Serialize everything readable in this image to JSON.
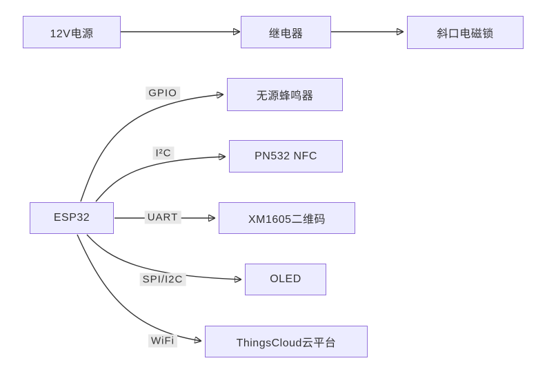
{
  "diagram": {
    "type": "flowchart",
    "nodes": [
      {
        "id": "power12v",
        "label": "12V电源"
      },
      {
        "id": "relay",
        "label": "继电器"
      },
      {
        "id": "lock",
        "label": "斜口电磁锁"
      },
      {
        "id": "esp32",
        "label": "ESP32"
      },
      {
        "id": "buzzer",
        "label": "无源蜂鸣器"
      },
      {
        "id": "nfc",
        "label": "PN532 NFC"
      },
      {
        "id": "qrcode",
        "label": "XM1605二维码"
      },
      {
        "id": "oled",
        "label": "OLED"
      },
      {
        "id": "cloud",
        "label": "ThingsCloud云平台"
      }
    ],
    "edges": [
      {
        "from": "power12v",
        "to": "relay",
        "label": ""
      },
      {
        "from": "relay",
        "to": "lock",
        "label": ""
      },
      {
        "from": "esp32",
        "to": "buzzer",
        "label": "GPIO"
      },
      {
        "from": "esp32",
        "to": "nfc",
        "label": "I²C"
      },
      {
        "from": "esp32",
        "to": "qrcode",
        "label": "UART"
      },
      {
        "from": "esp32",
        "to": "oled",
        "label": "SPI/I2C"
      },
      {
        "from": "esp32",
        "to": "cloud",
        "label": "WiFi"
      }
    ],
    "colors": {
      "node_fill": "#ECECFF",
      "node_border": "#9370DB",
      "edge_stroke": "#333333",
      "edge_label_bg": "#e8e8e8",
      "text": "#333333",
      "background": "#ffffff"
    }
  }
}
